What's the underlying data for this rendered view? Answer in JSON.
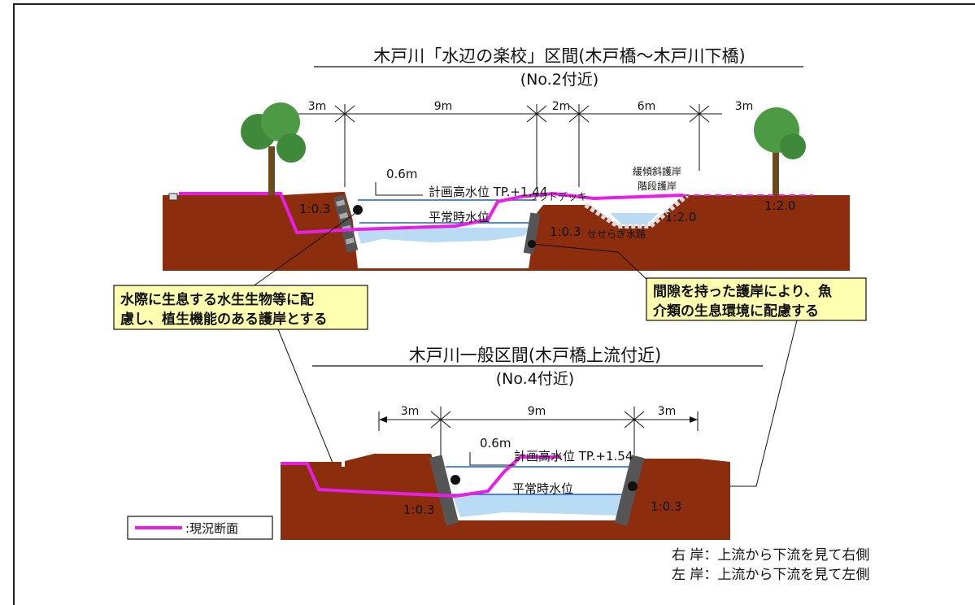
{
  "top_section": {
    "title": "木戸川「水辺の楽校」区間(木戸橋〜木戸川下橋)",
    "subtitle": "(No.2付近)",
    "dimensions": [
      "3m",
      "9m",
      "2m",
      "6m",
      "3m"
    ],
    "freeboard": "0.6m",
    "plan_high_water": "計画高水位 TP.+1.44",
    "normal_water": "平常時水位",
    "wood_deck": "ウッドデッキ",
    "gentle_slope_revetment": "緩傾斜護岸",
    "stepped_revetment": "階段護岸",
    "seseragi_channel": "せせらぎ水路",
    "slopes": [
      "1:0.3",
      "1:0.3",
      "1:2.0",
      "1:2.0"
    ]
  },
  "callouts": {
    "left_line1": "水際に生息する水生生物等に配",
    "left_line2": "慮し、植生機能のある護岸とする",
    "right_line1": "間隙を持った護岸により、魚",
    "right_line2": "介類の生息環境に配慮する"
  },
  "bottom_section": {
    "title": "木戸川一般区間(木戸橋上流付近)",
    "subtitle": "(No.4付近)",
    "dimensions": [
      "3m",
      "9m",
      "3m"
    ],
    "freeboard": "0.6m",
    "plan_high_water": "計画高水位 TP.+1.54",
    "normal_water": "平常時水位",
    "slopes": [
      "1:0.3",
      "1:0.3"
    ]
  },
  "legend": {
    "label": ":現況断面",
    "color": "#e61ee6"
  },
  "notes": {
    "right_bank": "右 岸：上流から下流を見て右側",
    "left_bank": "左 岸：上流から下流を見て左側"
  },
  "colors": {
    "ground": "#8c2d0e",
    "water": "#b9dbf3",
    "existing_section": "#e61ee6",
    "callout_bg": "#ffffb0"
  }
}
